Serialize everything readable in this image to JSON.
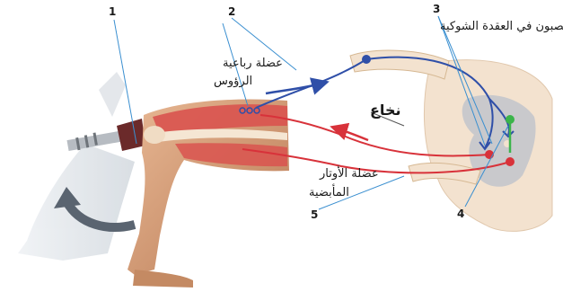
{
  "labels": {
    "ganglion_neuron": "عصبون في العقدة الشوكية",
    "quadriceps_line1": "عضلة رباعية",
    "quadriceps_line2": "الرؤوس",
    "spinal_cord": "نخاع",
    "hamstring_line1": "عضلة الأوتار",
    "hamstring_line2": "المأبضية"
  },
  "numbers": {
    "n1": "1",
    "n2": "2",
    "n3": "3",
    "n4": "4",
    "n5": "5"
  },
  "colors": {
    "sensory_pathway": "#2f4fa8",
    "motor_pathway": "#d8323a",
    "interneuron": "#3bb44a",
    "muscle": "#d9534f",
    "skin": "#d9a07f",
    "spinal_white": "#f3e2cf",
    "spinal_grey": "#c9c9cc",
    "arrow_grey": "#5a6470"
  }
}
